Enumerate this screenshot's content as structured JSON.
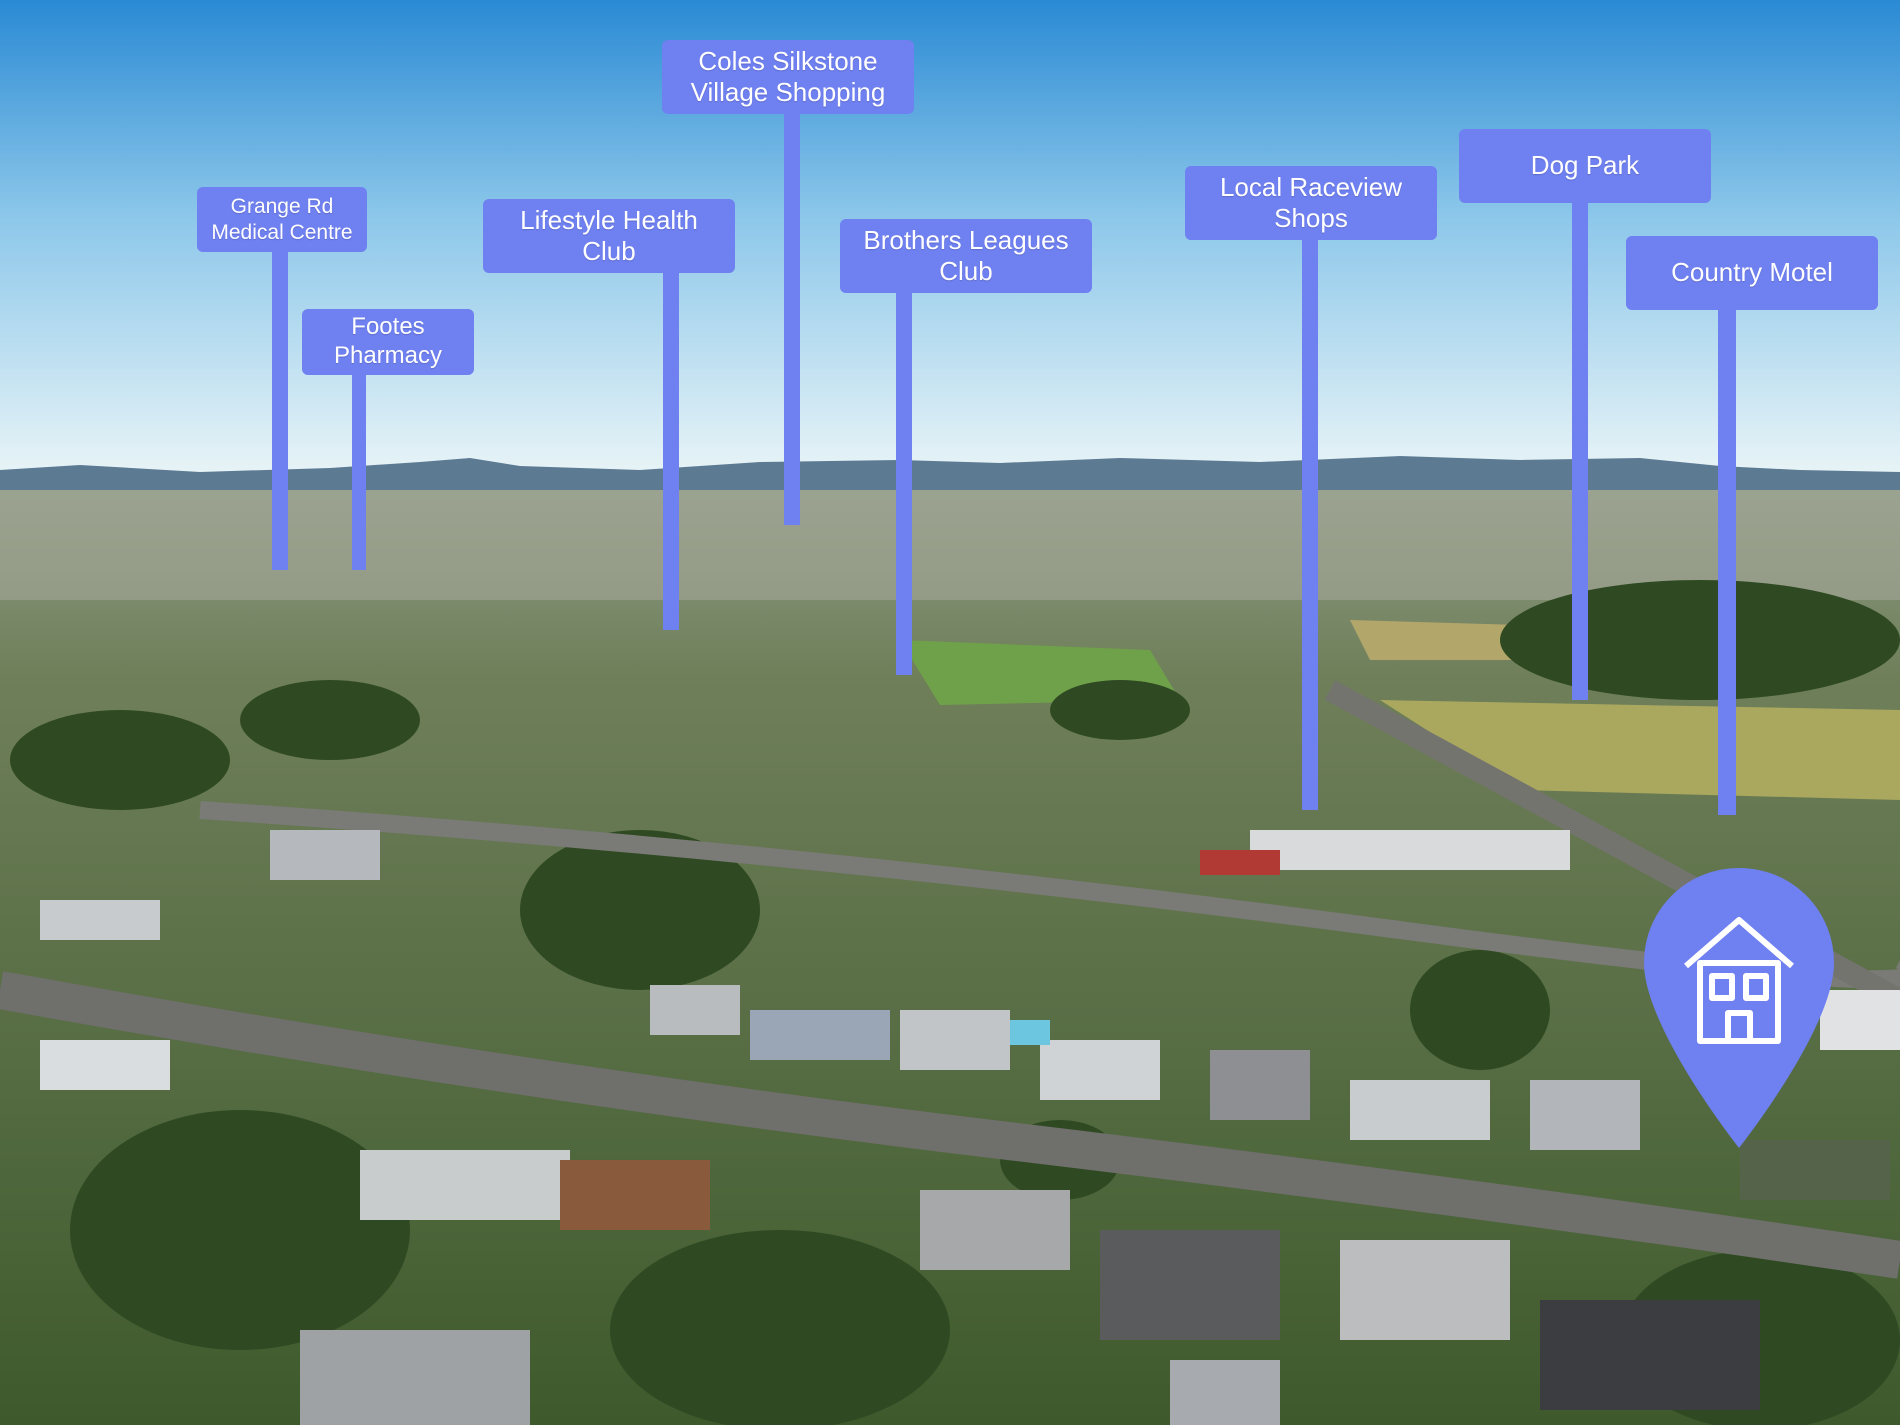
{
  "image": {
    "description": "Aerial drone photo of a suburban neighbourhood with mountains on the horizon and annotated nearby amenities",
    "sky_color_top": "#2f8fd6",
    "sky_color_horizon": "#e8f3f6",
    "label_color": "#6f80f0",
    "label_text_color": "#ffffff",
    "pin_icon": "house-icon"
  },
  "labels": [
    {
      "id": "grange-rd",
      "text": "Grange Rd\nMedical Centre"
    },
    {
      "id": "footes",
      "text": "Footes\nPharmacy"
    },
    {
      "id": "lifestyle",
      "text": "Lifestyle Health\nClub"
    },
    {
      "id": "coles",
      "text": "Coles Silkstone\nVillage Shopping"
    },
    {
      "id": "brothers",
      "text": "Brothers Leagues\nClub"
    },
    {
      "id": "raceview",
      "text": "Local Raceview\nShops"
    },
    {
      "id": "dogpark",
      "text": "Dog Park"
    },
    {
      "id": "motel",
      "text": "Country Motel"
    }
  ]
}
